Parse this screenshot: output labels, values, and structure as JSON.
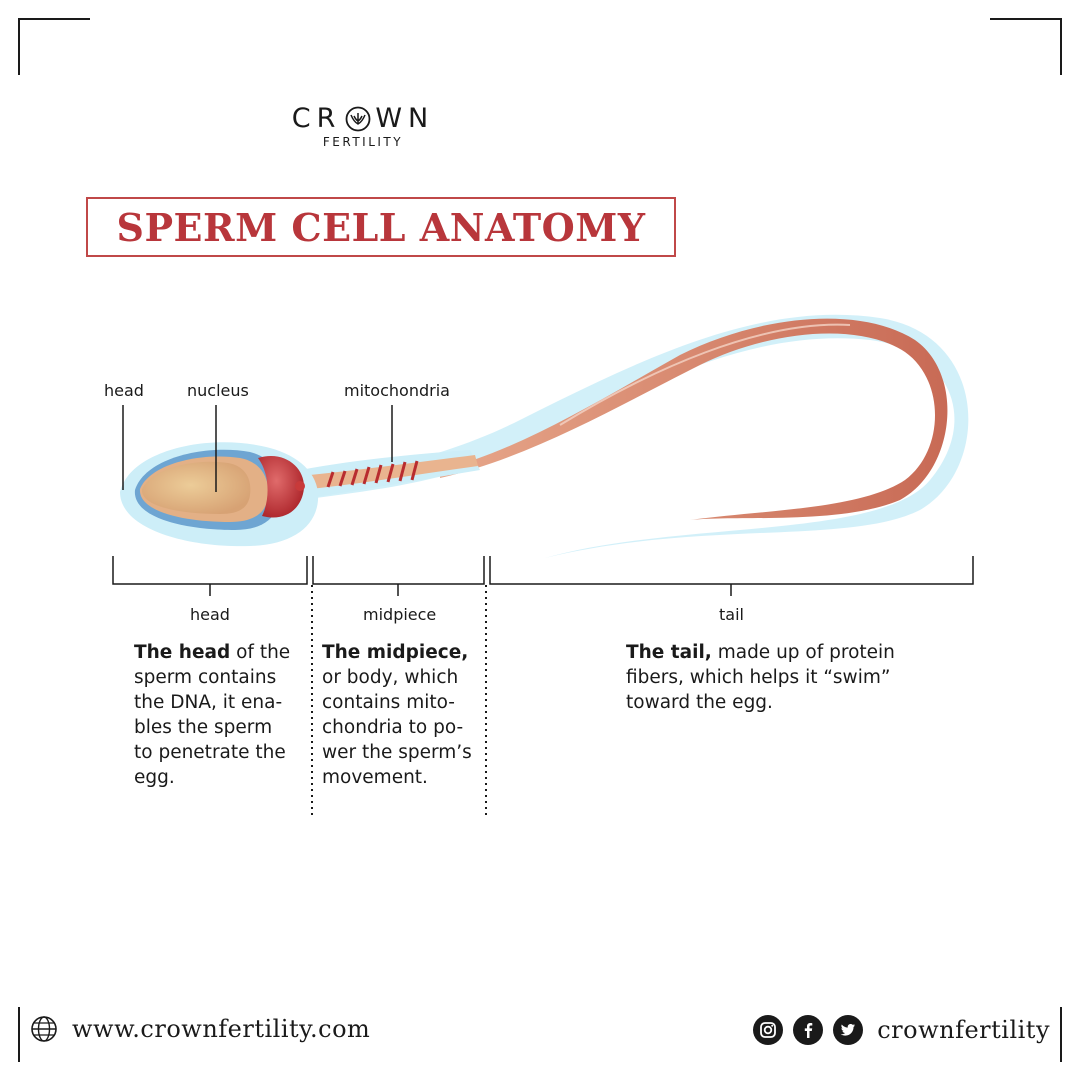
{
  "brand": {
    "name_left": "CR",
    "name_right": "WN",
    "sub": "FERTILITY"
  },
  "title": "SPERM CELL ANATOMY",
  "diagram": {
    "callouts": {
      "head": "head",
      "nucleus": "nucleus",
      "mitochondria": "mitochondria"
    },
    "sections": {
      "head": "head",
      "midpiece": "midpiece",
      "tail": "tail"
    }
  },
  "descriptions": {
    "head": {
      "bold": "The head",
      "lines": [
        " of the",
        "sperm contains",
        "the DNA, it ena-",
        "bles the sperm",
        "to penetrate the",
        "egg."
      ]
    },
    "midpiece": {
      "bold": "The midpiece,",
      "lines": [
        "or body, which",
        "contains mito-",
        "chondria to po-",
        "wer the sperm’s",
        "movement."
      ]
    },
    "tail": {
      "bold": "The tail,",
      "lines": [
        " made up of protein",
        "fibers, which helps it “swim”",
        "toward the egg."
      ]
    }
  },
  "footer": {
    "website": "www.crownfertility.com",
    "handle": "crownfertility",
    "icons": [
      "globe-icon",
      "instagram-icon",
      "facebook-icon",
      "twitter-icon"
    ]
  },
  "colors": {
    "accent": "#b8363b",
    "text": "#1a1a1a",
    "membrane": "#bfeaf6"
  }
}
